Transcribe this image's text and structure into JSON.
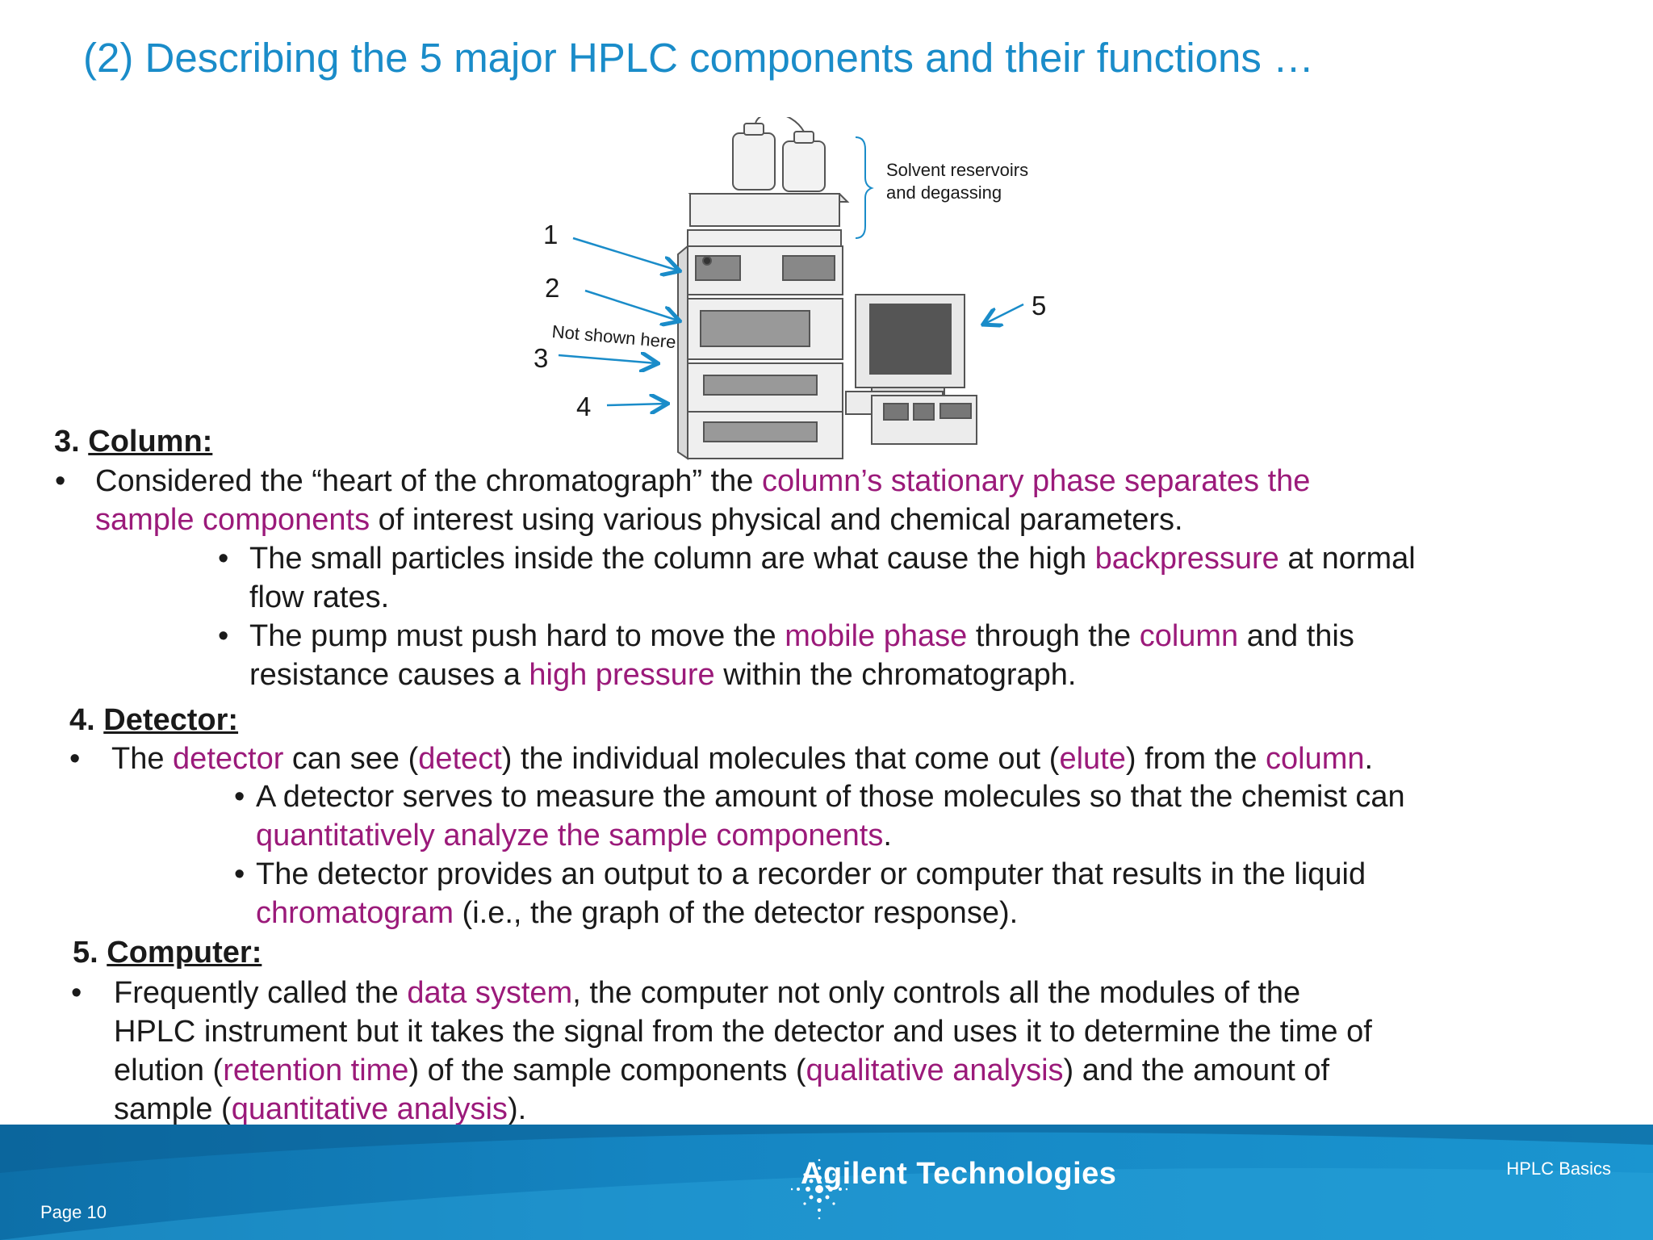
{
  "title": "(2) Describing the 5 major HPLC components and their functions …",
  "figure": {
    "label_1": "1",
    "label_2": "2",
    "label_3": "3",
    "label_4": "4",
    "label_5": "5",
    "not_shown": "Not shown here",
    "reservoir_line1": "Solvent reservoirs",
    "reservoir_line2": "and degassing"
  },
  "column": {
    "heading_num": "3. ",
    "heading": "Column:",
    "b1_l1_a": "Considered the “heart of the chromatograph” the ",
    "b1_l1_b": "column’s stationary phase separates the",
    "b1_l2_a": "sample components",
    "b1_l2_b": " of interest using various physical and chemical parameters.",
    "s1_l1_a": "The small particles inside the column are what cause the high ",
    "s1_l1_b": "backpressure",
    "s1_l1_c": " at normal",
    "s1_l2": "flow rates.",
    "s2_l1_a": "The pump must push hard to move the ",
    "s2_l1_b": "mobile phase",
    "s2_l1_c": " through the ",
    "s2_l1_d": "column",
    "s2_l1_e": " and this",
    "s2_l2_a": "resistance causes a ",
    "s2_l2_b": "high pressure",
    "s2_l2_c": " within the chromatograph."
  },
  "detector": {
    "heading_num": "4. ",
    "heading": "Detector:",
    "b1_a": "The ",
    "b1_b": "detector",
    "b1_c": " can see (",
    "b1_d": "detect",
    "b1_e": ") the individual molecules that come out (",
    "b1_f": "elute",
    "b1_g": ") from the ",
    "b1_h": "column",
    "b1_i": ".",
    "s1_l1": "A detector serves to measure the amount of those molecules so that the chemist can",
    "s1_l2_a": "quantitatively analyze the sample components",
    "s1_l2_b": ".",
    "s2_l1": "The detector provides an output to a recorder or computer that results in the liquid",
    "s2_l2_a": "chromatogram",
    "s2_l2_b": " (i.e., the graph of the detector response)."
  },
  "computer": {
    "heading_num": "5. ",
    "heading": "Computer:",
    "l1_a": "Frequently called the ",
    "l1_b": "data system",
    "l1_c": ", the computer not only controls all the modules of the",
    "l2": "HPLC instrument but it takes the signal from the detector and uses it to determine the time of",
    "l3_a": "elution (",
    "l3_b": "retention time",
    "l3_c": ") of the sample components (",
    "l3_d": "qualitative analysis",
    "l3_e": ") and the amount of",
    "l4_a": "sample (",
    "l4_b": "quantitative analysis",
    "l4_c": ")."
  },
  "footer": {
    "page": "Page 10",
    "course": "HPLC  Basics",
    "logo_text": "Agilent Technologies"
  },
  "colors": {
    "title": "#1a8cc9",
    "highlight": "#9b1a7a",
    "footer": "#1585c2",
    "arrow": "#1a8cc9"
  }
}
